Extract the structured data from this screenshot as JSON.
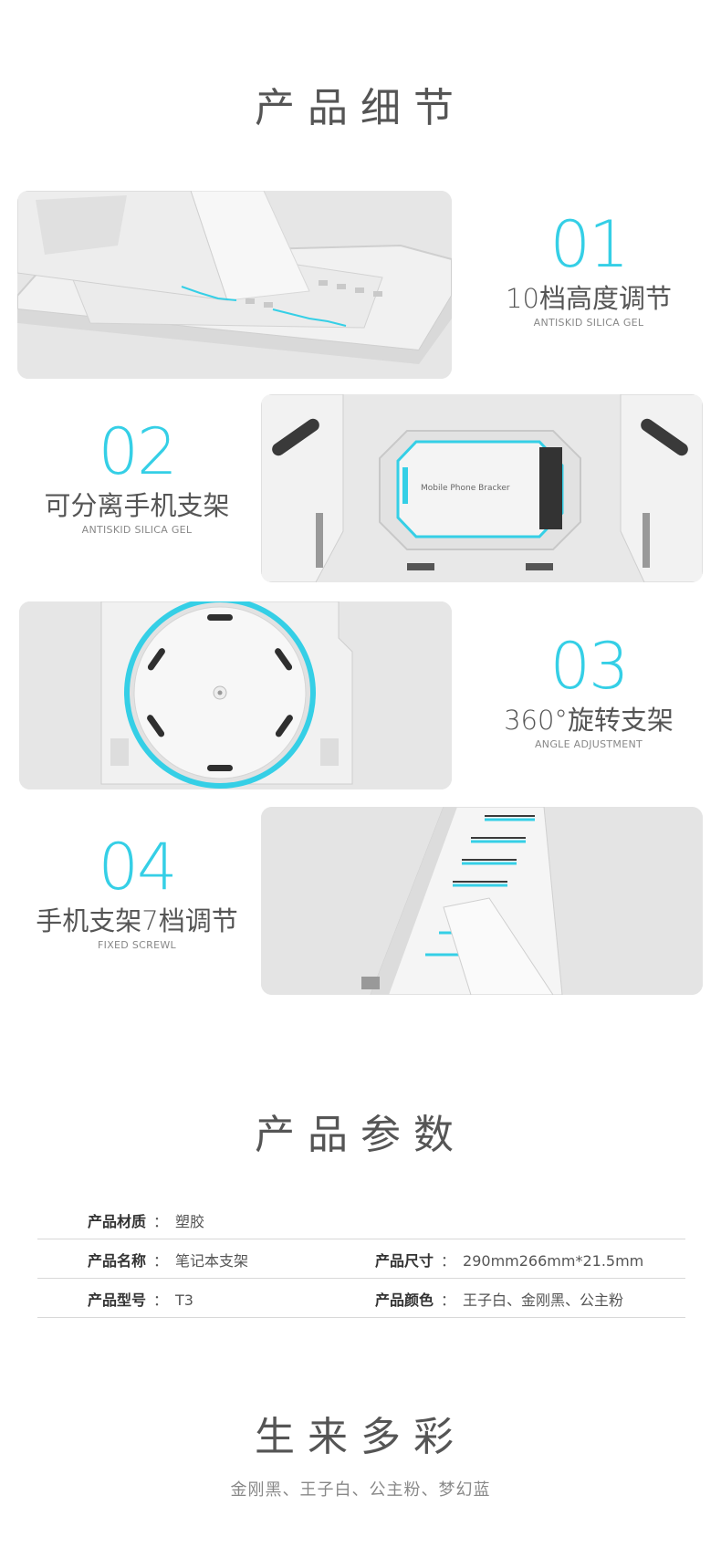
{
  "details": {
    "title": "产品细节",
    "features": [
      {
        "num": "01",
        "name": "10档高度调节",
        "en": "ANTISKID SILICA GEL"
      },
      {
        "num": "02",
        "name": "可分离手机支架",
        "en": "ANTISKID SILICA GEL"
      },
      {
        "num": "03",
        "name": "360°旋转支架",
        "en": "ANGLE ADJUSTMENT"
      },
      {
        "num": "04",
        "name": "手机支架7档调节",
        "en": "FIXED SCREWL"
      }
    ],
    "phone_holder_label": "Mobile Phone Bracker"
  },
  "params": {
    "title": "产品参数",
    "separator": "：",
    "rows": [
      [
        {
          "label": "产品材质",
          "value": "塑胶"
        }
      ],
      [
        {
          "label": "产品名称",
          "value": "笔记本支架"
        },
        {
          "label": "产品尺寸",
          "value": "290mm266mm*21.5mm"
        }
      ],
      [
        {
          "label": "产品型号",
          "value": "T3"
        },
        {
          "label": "产品颜色",
          "value": "王子白、金刚黑、公主粉"
        }
      ]
    ]
  },
  "colors_section": {
    "title": "生来多彩",
    "subtitle": "金刚黑、王子白、公主粉、梦幻蓝"
  },
  "theme": {
    "accent": "#35cfe6",
    "panel_bg": "#e4e4e4",
    "text": "#555555"
  }
}
